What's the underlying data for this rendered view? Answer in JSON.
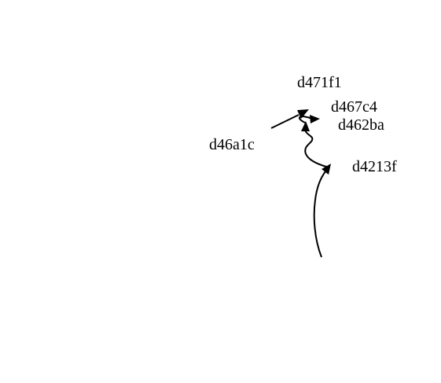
{
  "diagram": {
    "nodes": [
      {
        "id": "d471f1",
        "label": "d471f1"
      },
      {
        "id": "d467c4",
        "label": "d467c4"
      },
      {
        "id": "d462ba",
        "label": "d462ba"
      },
      {
        "id": "d46a1c",
        "label": "d46a1c"
      },
      {
        "id": "d4213f",
        "label": "d4213f"
      }
    ],
    "edges": [
      {
        "from": "d46a1c",
        "to": "d471f1"
      },
      {
        "from": "d462ba",
        "to": "d467c4"
      },
      {
        "from": "d4213f",
        "to": "d462ba"
      },
      {
        "from": "",
        "to": "d4213f"
      }
    ],
    "colors": {
      "background": "#ffffff",
      "ink": "#000000"
    }
  }
}
